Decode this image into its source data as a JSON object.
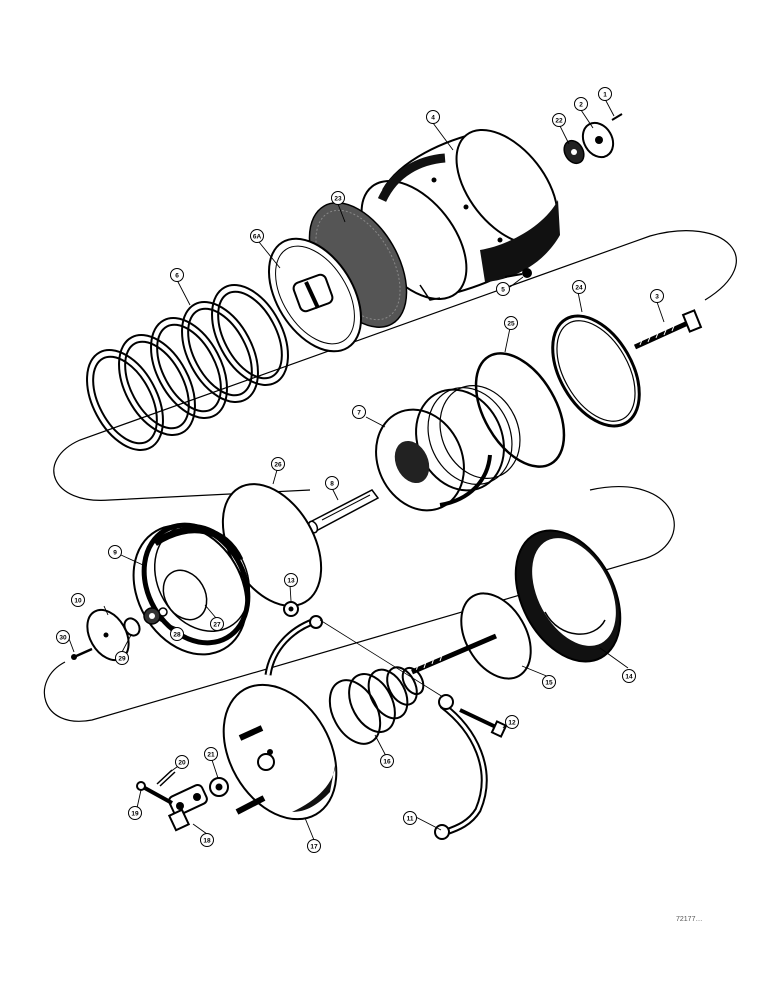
{
  "diagram": {
    "type": "exploded parts view",
    "ink_color": "#000000",
    "background": "#ffffff",
    "callouts": [
      "1",
      "2",
      "3",
      "4",
      "5",
      "6",
      "6A",
      "7",
      "8",
      "9",
      "10",
      "11",
      "12",
      "13",
      "14",
      "15",
      "16",
      "17",
      "18",
      "19",
      "20",
      "21",
      "22",
      "23",
      "24",
      "25",
      "26",
      "27",
      "28",
      "29",
      "30"
    ],
    "reference_number": "72177…"
  }
}
